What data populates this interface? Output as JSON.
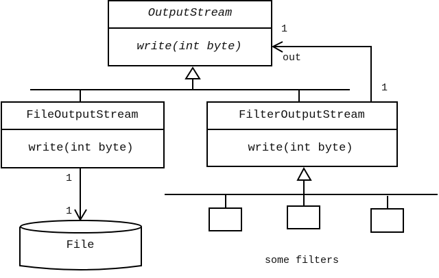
{
  "diagram": {
    "type": "UML class diagram",
    "classes": {
      "output_stream": {
        "name": "OutputStream",
        "method": "write(int byte)",
        "abstract": true
      },
      "file_output_stream": {
        "name": "FileOutputStream",
        "method": "write(int byte)"
      },
      "filter_output_stream": {
        "name": "FilterOutputStream",
        "method": "write(int byte)"
      }
    },
    "file": {
      "label": "File"
    },
    "filters": {
      "label": "some filters",
      "count": 3
    },
    "associations": {
      "filter_to_output": {
        "role": "out",
        "source_multiplicity": "1",
        "target_multiplicity": "1"
      },
      "file_output_to_file": {
        "source_multiplicity": "1",
        "target_multiplicity": "1"
      }
    },
    "relationships": [
      {
        "from": "FileOutputStream",
        "to": "OutputStream",
        "kind": "generalization"
      },
      {
        "from": "FilterOutputStream",
        "to": "OutputStream",
        "kind": "generalization"
      },
      {
        "from": "FilterOutputStream",
        "to": "OutputStream",
        "kind": "association",
        "role": "out"
      },
      {
        "from": "FileOutputStream",
        "to": "File",
        "kind": "association"
      },
      {
        "from": "some filters",
        "to": "FilterOutputStream",
        "kind": "generalization"
      }
    ]
  }
}
